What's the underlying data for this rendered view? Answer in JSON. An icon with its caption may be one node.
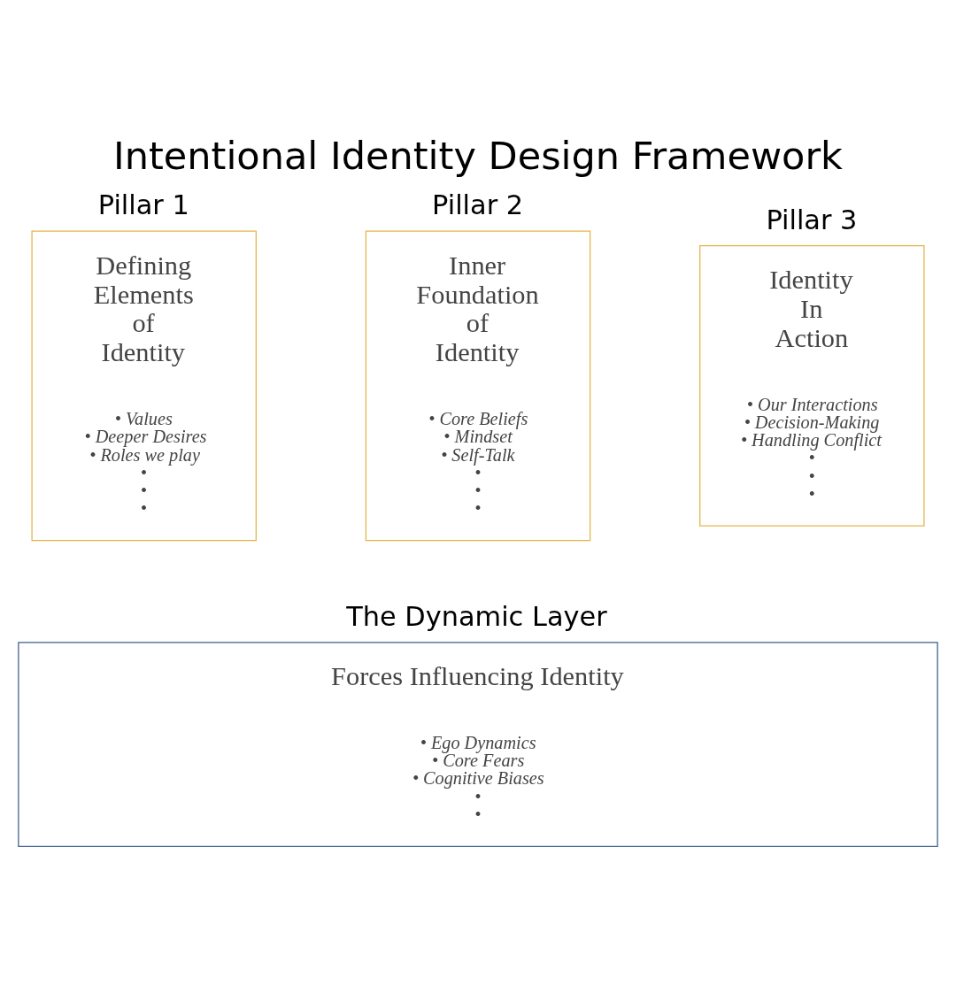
{
  "diagram": {
    "title": "Intentional Identity Design Framework",
    "nodes": [
      {
        "text": [
          "Pillar 1",
          "Defining Elements of Identity",
          "• Values",
          "• Deeper Desires",
          "• Roles we play",
          "•",
          "•",
          "•"
        ]
      },
      {
        "text": [
          "Pillar 2",
          "Inner Foundation of Identity",
          "• Core Beliefs",
          "• Mindset",
          "• Self-Talk",
          "•",
          "•",
          "•"
        ]
      },
      {
        "text": [
          "Pillar 3",
          "Identity In Action",
          "• Our Interactions",
          "• Decision-Making",
          "• Handling Conflict",
          "•",
          "•",
          "•"
        ]
      },
      {
        "text": [
          "The Dynamic Layer",
          "Forces Influencing Identity",
          "• Ego Dynamics",
          "• Core Fears",
          "• Cognitive Biases",
          "•",
          "•"
        ]
      }
    ],
    "edges": []
  }
}
